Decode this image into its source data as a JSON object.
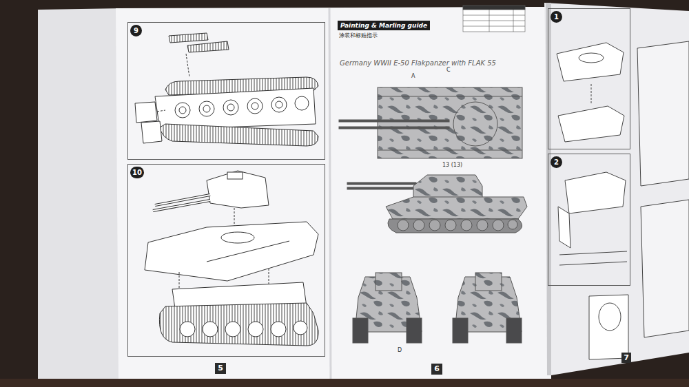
{
  "diagram": {
    "title": "Germany WWII E-50 Flakpanzer with FLAK 55",
    "nodes": [
      {
        "text": [
          "9"
        ]
      },
      {
        "text": [
          "10"
        ]
      },
      {
        "text": [
          "5"
        ]
      },
      {
        "text": [
          "Painting & Marling guide",
          "涂装和标贴指示"
        ]
      },
      {
        "text": [
          "6"
        ]
      },
      {
        "text": [
          "1"
        ]
      },
      {
        "text": [
          "2"
        ]
      },
      {
        "text": [
          "7"
        ]
      }
    ],
    "labels": [
      "A",
      "C",
      "13 (13)",
      "D"
    ]
  }
}
